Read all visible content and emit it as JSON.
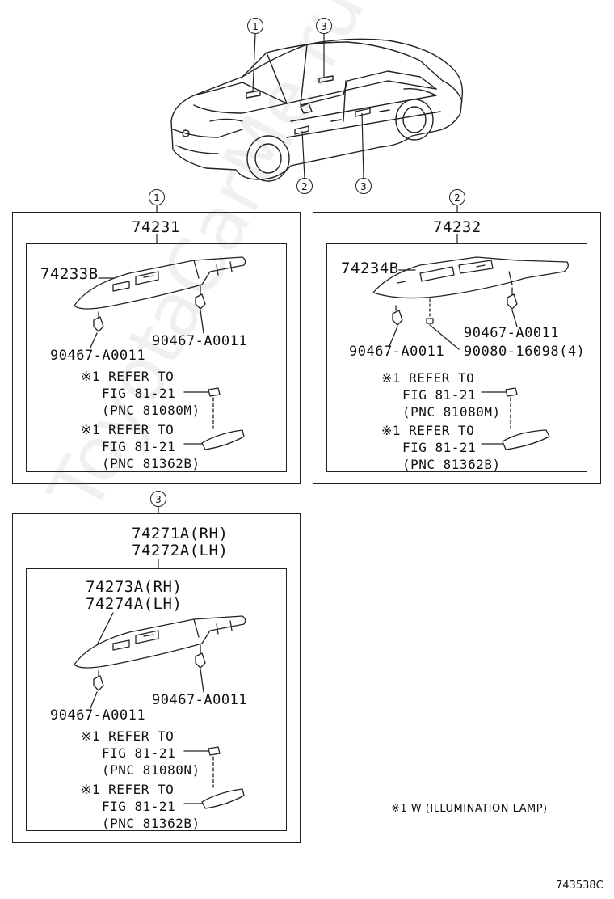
{
  "watermark": "ToyotaCarMe.ru",
  "callouts": {
    "one": "1",
    "two": "2",
    "three": "3"
  },
  "panel1": {
    "assembly": "74231",
    "bezel": "74233B",
    "clip_left": "90467-A0011",
    "clip_right": "90467-A0011",
    "ref1": [
      "※1 REFER TO",
      "FIG 81-21",
      "(PNC 81080M)"
    ],
    "ref2": [
      "※1 REFER TO",
      "FIG 81-21",
      "(PNC 81362B)"
    ]
  },
  "panel2": {
    "assembly": "74232",
    "bezel": "74234B",
    "clip_left": "90467-A0011",
    "clip_right": "90467-A0011",
    "screw": "90080-16098(4)",
    "ref1": [
      "※1 REFER TO",
      "FIG 81-21",
      "(PNC 81080M)"
    ],
    "ref2": [
      "※1 REFER TO",
      "FIG 81-21",
      "(PNC 81362B)"
    ]
  },
  "panel3": {
    "assembly_rh": "74271A(RH)",
    "assembly_lh": "74272A(LH)",
    "bezel_rh": "74273A(RH)",
    "bezel_lh": "74274A(LH)",
    "clip_left": "90467-A0011",
    "clip_right": "90467-A0011",
    "ref1": [
      "※1 REFER TO",
      "FIG 81-21",
      "(PNC 81080N)"
    ],
    "ref2": [
      "※1 REFER TO",
      "FIG 81-21",
      "(PNC 81362B)"
    ]
  },
  "footnote": "※1  W (ILLUMINATION  LAMP)",
  "figure_code": "743538C"
}
